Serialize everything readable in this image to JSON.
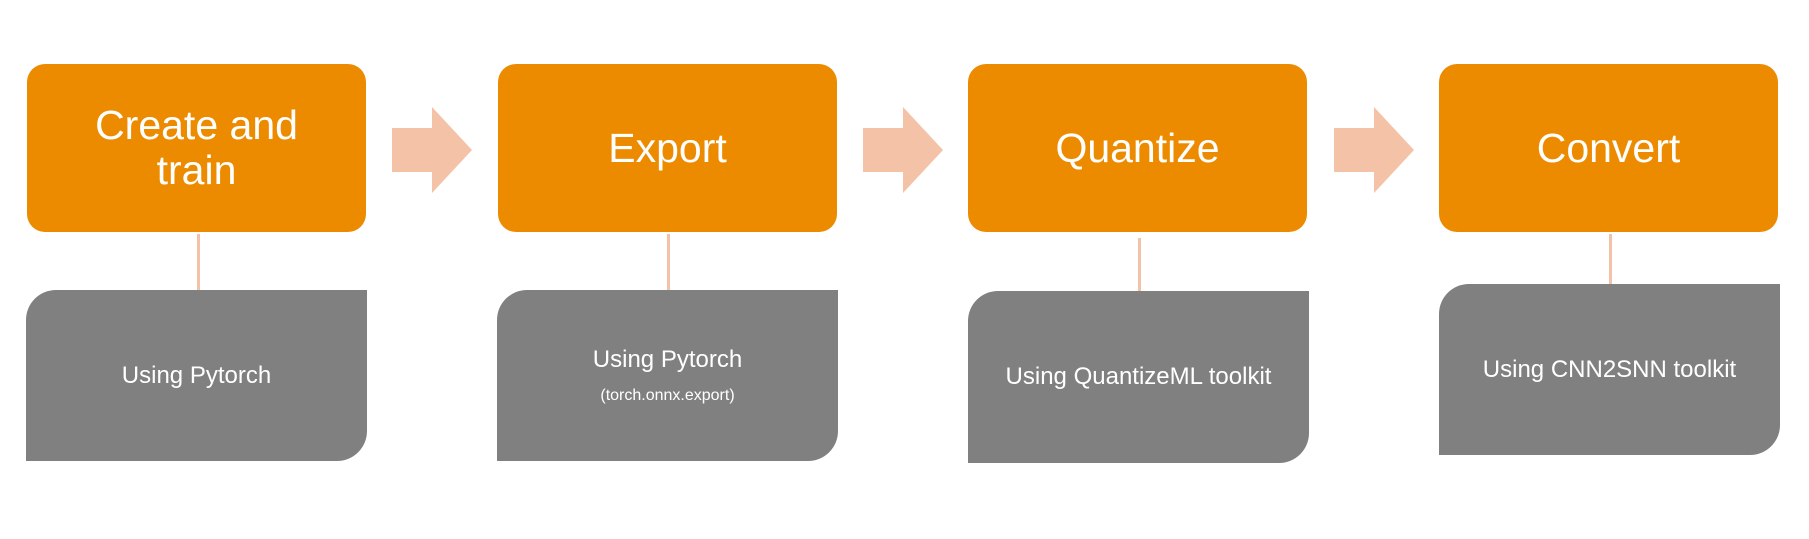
{
  "steps": [
    {
      "title": "Create and train",
      "description": "Using Pytorch",
      "note": ""
    },
    {
      "title": "Export",
      "description": "Using Pytorch",
      "note": "(torch.onnx.export)"
    },
    {
      "title": "Quantize",
      "description": "Using QuantizeML toolkit",
      "note": ""
    },
    {
      "title": "Convert",
      "description": "Using CNN2SNN toolkit",
      "note": ""
    }
  ],
  "colors": {
    "title_box": "#ED8B00",
    "desc_box": "#808080",
    "arrow": "#F4C2A6",
    "connector": "#F4C2A6",
    "text": "#ffffff"
  },
  "icons": {
    "arrow": "right-chevron-arrow-icon"
  }
}
